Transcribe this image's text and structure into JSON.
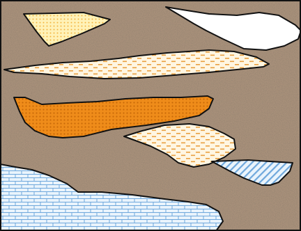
{
  "diagram": {
    "colors": {
      "matrix": "#a8907a",
      "matrix_speckle_dark": "#6f5a48",
      "matrix_speckle_light": "#d6c6b4",
      "outline": "#111111",
      "yellow_fill": "#fff2b8",
      "yellow_dot": "#f2b640",
      "white_fill": "#ffffff",
      "cream_fill": "#fff6e2",
      "cream_dash": "#e9a040",
      "orange_fill": "#ef8c1a",
      "orange_dot": "#c86a08",
      "blue_fill": "#eaf4fc",
      "blue_line": "#6fa8dc"
    },
    "lenses": [
      {
        "name": "yellow-dotted-lens",
        "pattern": "dots-yellow"
      },
      {
        "name": "white-lens",
        "pattern": "plain-white"
      },
      {
        "name": "cream-dashed-long-lens",
        "pattern": "dashes-cream"
      },
      {
        "name": "orange-dotted-lens",
        "pattern": "dots-orange"
      },
      {
        "name": "cream-dashed-small-lens",
        "pattern": "dashes-cream"
      },
      {
        "name": "blue-hatched-lens",
        "pattern": "hatch-blue"
      },
      {
        "name": "blue-brick-layer",
        "pattern": "brick-blue"
      }
    ]
  }
}
